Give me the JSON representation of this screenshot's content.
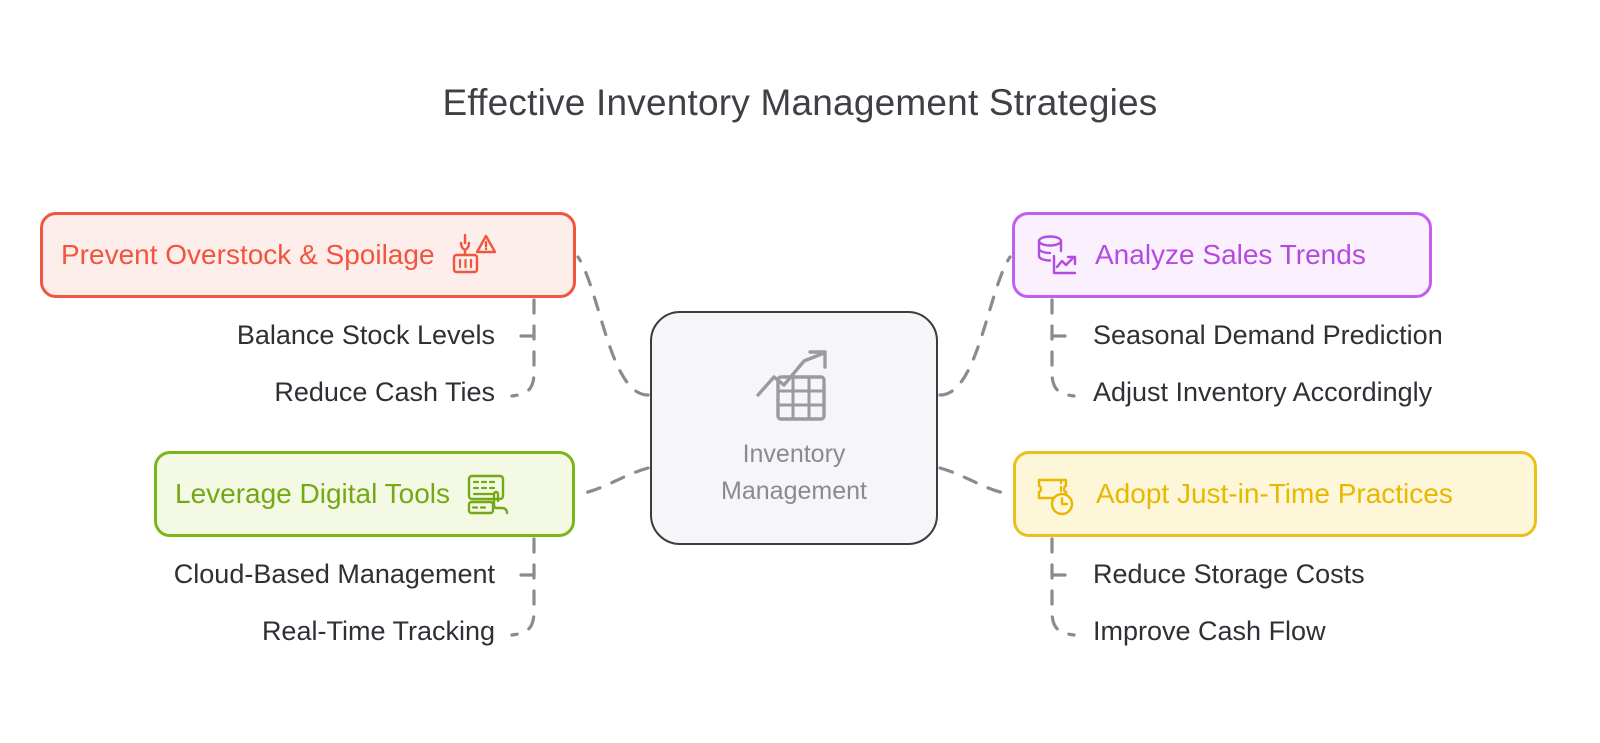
{
  "title": "Effective Inventory Management Strategies",
  "center": {
    "label_line1": "Inventory",
    "label_line2": "Management",
    "icon": "chart-grid-growth-icon",
    "border_color": "#3b3b40",
    "fill_color": "#f6f5f7",
    "text_color": "#8a8a92"
  },
  "branches": [
    {
      "id": "prevent",
      "label": "Prevent Overstock & Spoilage",
      "icon": "shipping-container-warning-icon",
      "color": "#f2553d",
      "border_color": "#f2553d",
      "fill_color": "#fdeeeb",
      "position": "top-left",
      "subitems": [
        "Balance Stock Levels",
        "Reduce Cash Ties"
      ]
    },
    {
      "id": "analyze",
      "label": "Analyze Sales Trends",
      "icon": "database-trend-chart-icon",
      "color": "#b44ae0",
      "border_color": "#c45ef0",
      "fill_color": "#fbf1fe",
      "position": "top-right",
      "subitems": [
        "Seasonal Demand Prediction",
        "Adjust Inventory Accordingly"
      ]
    },
    {
      "id": "leverage",
      "label": "Leverage Digital Tools",
      "icon": "keyboard-touch-icon",
      "color": "#74a817",
      "border_color": "#7cb518",
      "fill_color": "#f3f9e3",
      "position": "bottom-left",
      "subitems": [
        "Cloud-Based Management",
        "Real-Time Tracking"
      ]
    },
    {
      "id": "adopt",
      "label": "Adopt Just-in-Time Practices",
      "icon": "ticket-clock-icon",
      "color": "#e8b800",
      "border_color": "#e8c21a",
      "fill_color": "#fdf6d8",
      "position": "bottom-right",
      "subitems": [
        "Reduce Storage Costs",
        "Improve Cash Flow"
      ]
    }
  ],
  "connector": {
    "color": "#8a8a90",
    "style": "dashed"
  },
  "background_color": "#ffffff"
}
